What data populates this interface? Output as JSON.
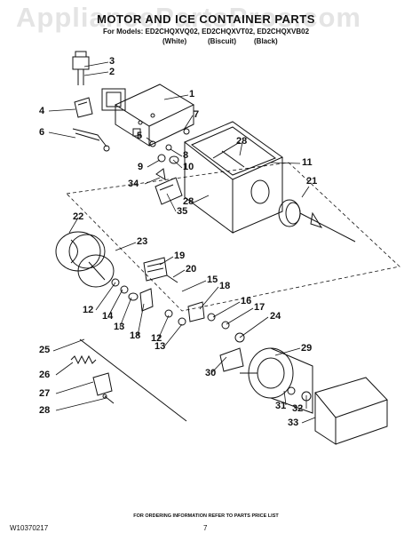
{
  "header": {
    "watermark": "AppliancePartsPros.com",
    "title": "MOTOR AND ICE CONTAINER PARTS",
    "models": "For Models: ED2CHQXVQ02, ED2CHQXVT02, ED2CHQXVB02",
    "colors": [
      "(White)",
      "(Biscuit)",
      "(Black)"
    ]
  },
  "callouts": [
    "3",
    "2",
    "1",
    "7",
    "4",
    "6",
    "5",
    "8",
    "9",
    "10",
    "34",
    "28",
    "11",
    "21",
    "28",
    "35",
    "22",
    "23",
    "19",
    "20",
    "15",
    "18",
    "12",
    "14",
    "13",
    "18",
    "12",
    "16",
    "17",
    "24",
    "13",
    "25",
    "26",
    "27",
    "28",
    "29",
    "30",
    "31",
    "32",
    "33"
  ],
  "footer": {
    "ordering_info": "FOR ORDERING INFORMATION REFER TO PARTS PRICE LIST",
    "doc_number": "W10370217",
    "page_number": "7"
  }
}
